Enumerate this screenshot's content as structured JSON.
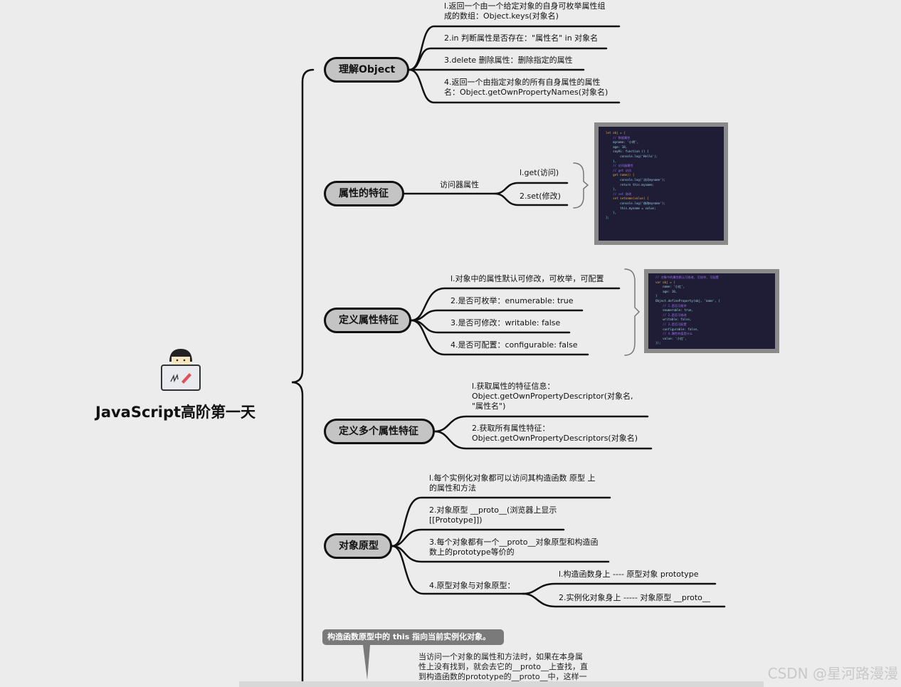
{
  "root": {
    "title": "JavaScript高阶第一天",
    "icon": "person-drawing-icon"
  },
  "branches": [
    {
      "label": "理解Object",
      "leaves": [
        [
          "l.返回一个由一个给定对象的自身可枚举属性组",
          "成的数组：Object.keys(对象名)"
        ],
        [
          "2.in 判断属性是否存在：\"属性名\" in 对象名"
        ],
        [
          "3.delete 删除属性：删除指定的属性"
        ],
        [
          "4.返回一个由指定对象的所有自身属性的属性",
          "名：Object.getOwnPropertyNames(对象名)"
        ]
      ]
    },
    {
      "label": "属性的特征",
      "sub": "访问器属性",
      "leaves": [
        [
          "l.get(访问)"
        ],
        [
          "2.set(修改)"
        ]
      ]
    },
    {
      "label": "定义属性特征",
      "leaves": [
        [
          "l.对象中的属性默认可修改，可枚举，可配置"
        ],
        [
          "2.是否可枚举：enumerable: true"
        ],
        [
          "3.是否可修改：writable: false"
        ],
        [
          "4.是否可配置：configurable: false"
        ]
      ]
    },
    {
      "label": "定义多个属性特征",
      "leaves": [
        [
          "l.获取属性的特征信息：",
          "Object.getOwnPropertyDescriptor(对象名,",
          "\"属性名\")"
        ],
        [
          "2.获取所有属性特征：",
          "Object.getOwnPropertyDescriptors(对象名)"
        ]
      ]
    },
    {
      "label": "对象原型",
      "leaves": [
        [
          "l.每个实例化对象都可以访问其构造函数 原型 上",
          "的属性和方法"
        ],
        [
          "2.对象原型 __proto__(浏览器上显示",
          "[[Prototype]])"
        ],
        [
          "3.每个对象都有一个__proto__对象原型和构造函",
          "数上的prototype等价的"
        ],
        [
          "4.原型对象与对象原型："
        ]
      ],
      "subleaves": [
        [
          "l.构造函数身上 ---- 原型对象 prototype"
        ],
        [
          "2.实例化对象身上 ----- 对象原型  __proto__"
        ]
      ]
    }
  ],
  "code1": [
    "let obj = {",
    "    // 数据属性",
    "    myname: '小明',",
    "    age: 18,",
    "    sayHi: function () {",
    "        console.log('Hello');",
    "",
    "    },",
    "",
    "    // 访问器属性",
    "    // get 访问",
    "    get name() {",
    "        console.log('访问myname');",
    "        return this.myname;",
    "",
    "    },",
    "    // set 修改",
    "    set setname(value) {",
    "        console.log('修改myname');",
    "        this.myname = value;",
    "",
    "    },",
    "",
    "};"
  ],
  "code2": [
    "// 对象中的属性默认可修改, 可枚举, 可配置",
    "var obj = {",
    "    name: '小红',",
    "    age: 18,",
    "}",
    "",
    "Object.defineProperty(obj, 'name', {",
    "    // 1.是否可枚举",
    "    enumerable: true,",
    "    // 2.是否可修改",
    "    writable: false,",
    "    // 3.是否可配置",
    "    configurable: false,",
    "    // 4.属性的值是什么",
    "    value: '小红',",
    "});"
  ],
  "callout": {
    "title": "构造函数原型中的 this 指向当前实例化对象。",
    "text": [
      "当访问一个对象的属性和方法时，如果在本身属",
      "性上没有找到，就会去它的__proto__上查找，直",
      "到构造函数的prototype的__proto__中，这样一"
    ]
  },
  "watermark": "CSDN @星河路漫漫"
}
